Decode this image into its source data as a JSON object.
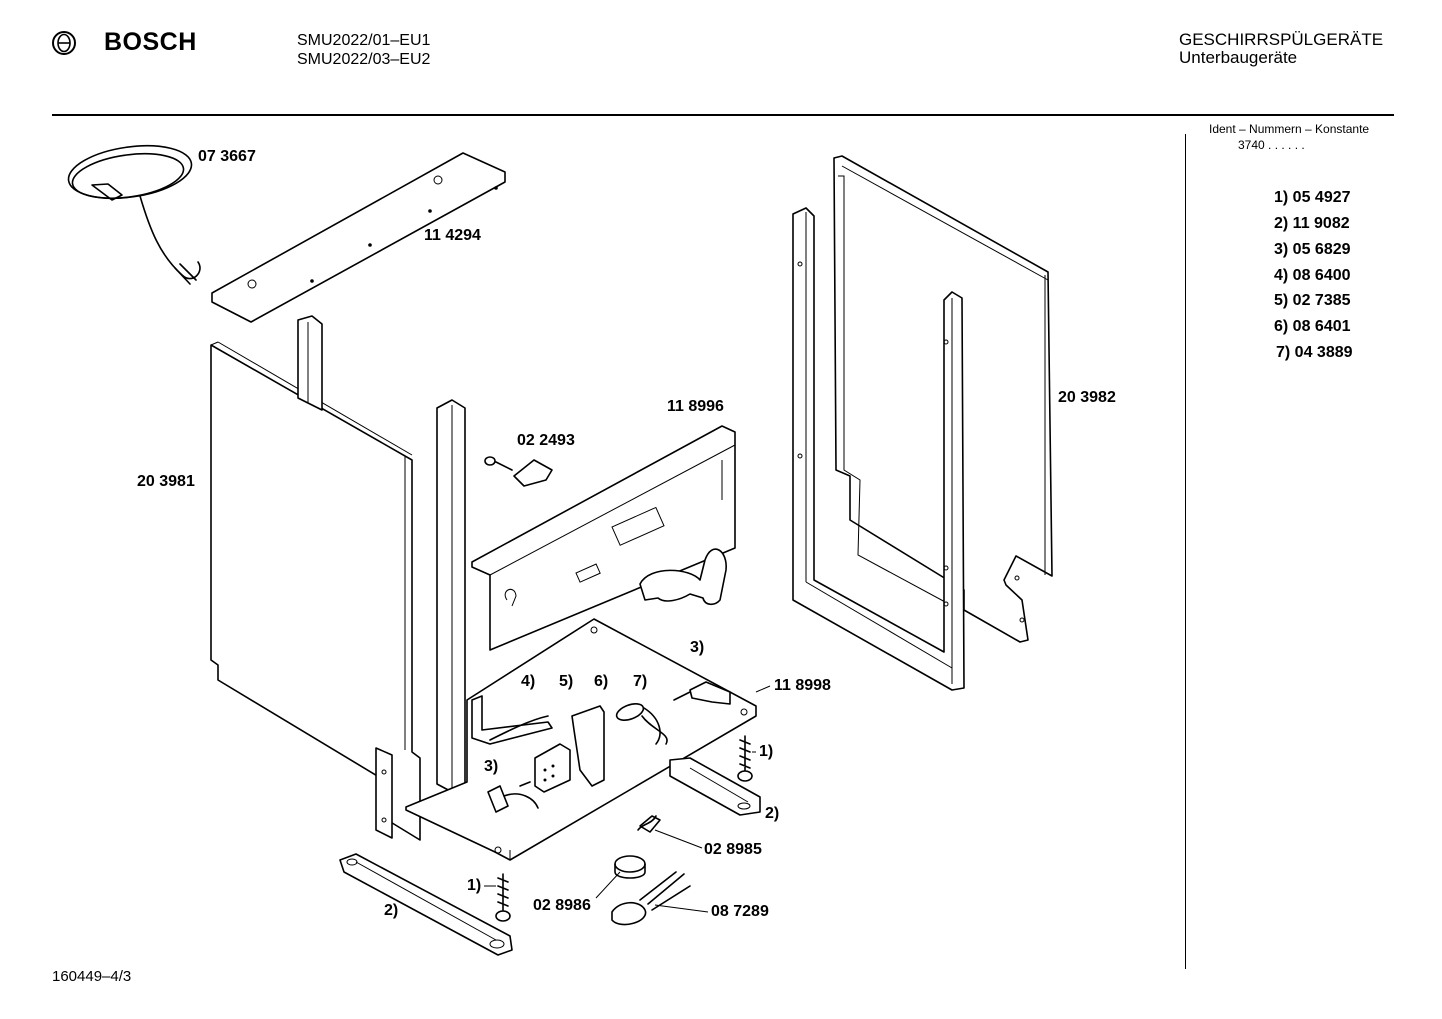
{
  "header": {
    "brand": "BOSCH",
    "models": [
      "SMU2022/01–EU1",
      "SMU2022/03–EU2"
    ],
    "category": "GESCHIRRSPÜLGERÄTE",
    "subcategory": "Unterbaugeräte"
  },
  "ident": {
    "title": "Ident – Nummern – Konstante",
    "constant": "3740 . . . . . ."
  },
  "legend": [
    "1)  05 4927",
    "2)  11 9082",
    "3)  05 6829",
    "4)  08 6400",
    "5)  02 7385",
    "6)  08 6401",
    "7)  04 3889"
  ],
  "labels": {
    "cable": "07 3667",
    "top_strip": "11 4294",
    "side_left": "20 3981",
    "side_right": "20 3982",
    "front_panel": "11 8996",
    "clip": "02 2493",
    "base": "11 8998",
    "float_switch": "02 8985",
    "float": "02 8986",
    "float_holder": "08 7289",
    "ref_1_right": "1)",
    "ref_2_right": "2)",
    "ref_1_left": "1)",
    "ref_2_left": "2)",
    "ref_3_top": "3)",
    "ref_3_bottom": "3)",
    "ref_4": "4)",
    "ref_5": "5)",
    "ref_6": "6)",
    "ref_7": "7)"
  },
  "footer": {
    "doc_number": "160449–4/3"
  }
}
